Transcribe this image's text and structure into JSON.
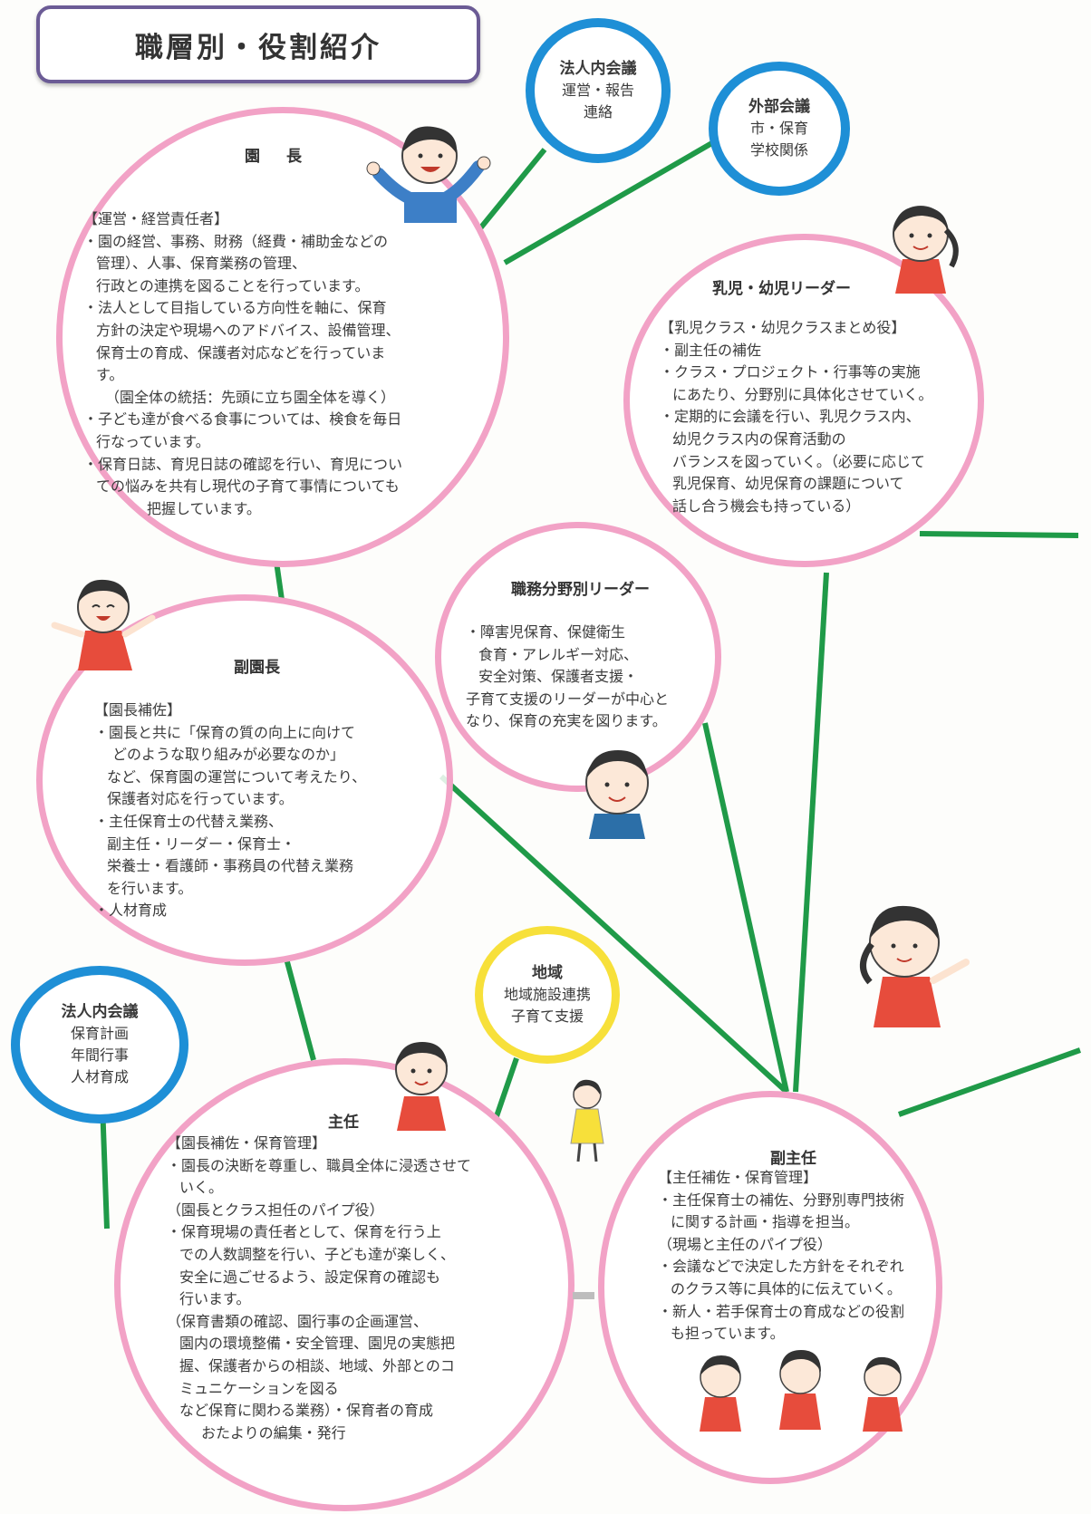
{
  "title": "職層別・役割紹介",
  "colors": {
    "pink_circle": "#f2a2c6",
    "blue_circle": "#1e8fd6",
    "yellow_circle": "#f7e03a",
    "connector_green": "#1f9a48",
    "title_border": "#6b5b95"
  },
  "meetings": {
    "internal_top": {
      "title": "法人内会議",
      "lines": [
        "運営・報告",
        "連絡"
      ]
    },
    "external": {
      "title": "外部会議",
      "lines": [
        "市・保育",
        "学校関係"
      ]
    },
    "internal_left": {
      "title": "法人内会議",
      "lines": [
        "保育計画",
        "年間行事",
        "人材育成"
      ]
    },
    "community": {
      "title": "地域",
      "lines": [
        "地域施設連携",
        "子育て支援"
      ]
    }
  },
  "roles": {
    "principal": {
      "name": "園　長",
      "lines": [
        "【運営・経営責任者】",
        "・園の経営、事務、財務（経費・補助金などの",
        "管理）、人事、保育業務の管理、",
        "行政との連携を図ることを行っています。",
        "・法人として目指している方向性を軸に、保育",
        "方針の決定や現場へのアドバイス、設備管理、",
        "保育士の育成、保護者対応などを行っていま",
        "す。",
        "（園全体の統括：先頭に立ち園全体を導く）",
        "・子ども達が食べる食事については、検食を毎日",
        "行なっています。",
        "・保育日誌、育児日誌の確認を行い、育児につい",
        "ての悩みを共有し現代の子育て事情についても",
        "把握しています。"
      ]
    },
    "infant_leader": {
      "name": "乳児・幼児リーダー",
      "lines": [
        "【乳児クラス・幼児クラスまとめ役】",
        "・副主任の補佐",
        "・クラス・プロジェクト・行事等の実施",
        "にあたり、分野別に具体化させていく。",
        "・定期的に会議を行い、乳児クラス内、",
        "幼児クラス内の保育活動の",
        "バランスを図っていく。（必要に応じて",
        "乳児保育、幼児保育の課題について",
        "話し合う機会も持っている）"
      ]
    },
    "vice_principal": {
      "name": "副園長",
      "lines": [
        "【園長補佐】",
        "・園長と共に「保育の質の向上に向けて",
        "どのような取り組みが必要なのか」",
        "など、保育園の運営について考えたり、",
        "保護者対応を行っています。",
        "・主任保育士の代替え業務、",
        "副主任・リーダー・保育士・",
        "栄養士・看護師・事務員の代替え業務",
        "を行います。",
        "・人材育成"
      ]
    },
    "duty_leader": {
      "name": "職務分野別リーダー",
      "lines": [
        "・障害児保育、保健衛生",
        "食育・アレルギー対応、",
        "安全対策、保護者支援・",
        "子育て支援のリーダーが中心と",
        "なり、保育の充実を図ります。"
      ]
    },
    "chief": {
      "name": "主任",
      "lines": [
        "【園長補佐・保育管理】",
        "・園長の決断を尊重し、職員全体に浸透させて",
        "いく。",
        "（園長とクラス担任のパイプ役）",
        "・保育現場の責任者として、保育を行う上",
        "での人数調整を行い、子ども達が楽しく、",
        "安全に過ごせるよう、設定保育の確認も",
        "行います。",
        "（保育書類の確認、園行事の企画運営、",
        "園内の環境整備・安全管理、園児の実態把",
        "握、保護者からの相談、地域、外部とのコ",
        "ミュニケーションを図る",
        "など保育に関わる業務）・保育者の育成",
        "おたよりの編集・発行"
      ]
    },
    "vice_chief": {
      "name": "副主任",
      "lines": [
        "【主任補佐・保育管理】",
        "・主任保育士の補佐、分野別専門技術",
        "に関する計画・指導を担当。",
        "（現場と主任のパイプ役）",
        "・会議などで決定した方針をそれぞれ",
        "のクラス等に具体的に伝えていく。",
        "・新人・若手保育士の育成などの役割",
        "も担っています。"
      ]
    }
  }
}
